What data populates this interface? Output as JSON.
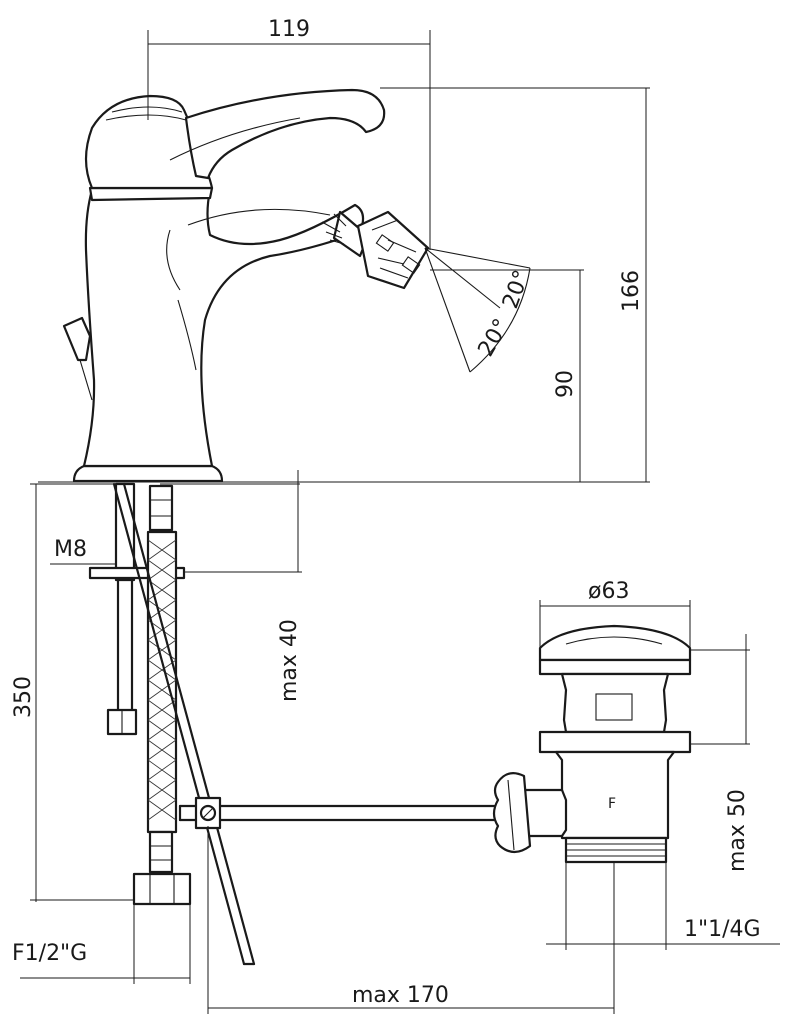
{
  "labels": {
    "width_119": "119",
    "height_166": "166",
    "height_90": "90",
    "angle_upper": "20°",
    "angle_lower": "20°",
    "thread_m8": "M8",
    "max_40": "max 40",
    "length_350": "350",
    "diameter_63": "ø63",
    "max_50": "max 50",
    "thread_f12g": "F1/2\"G",
    "thread_114g": "1\"1/4G",
    "max_170": "max 170",
    "waste_mark": "F"
  }
}
